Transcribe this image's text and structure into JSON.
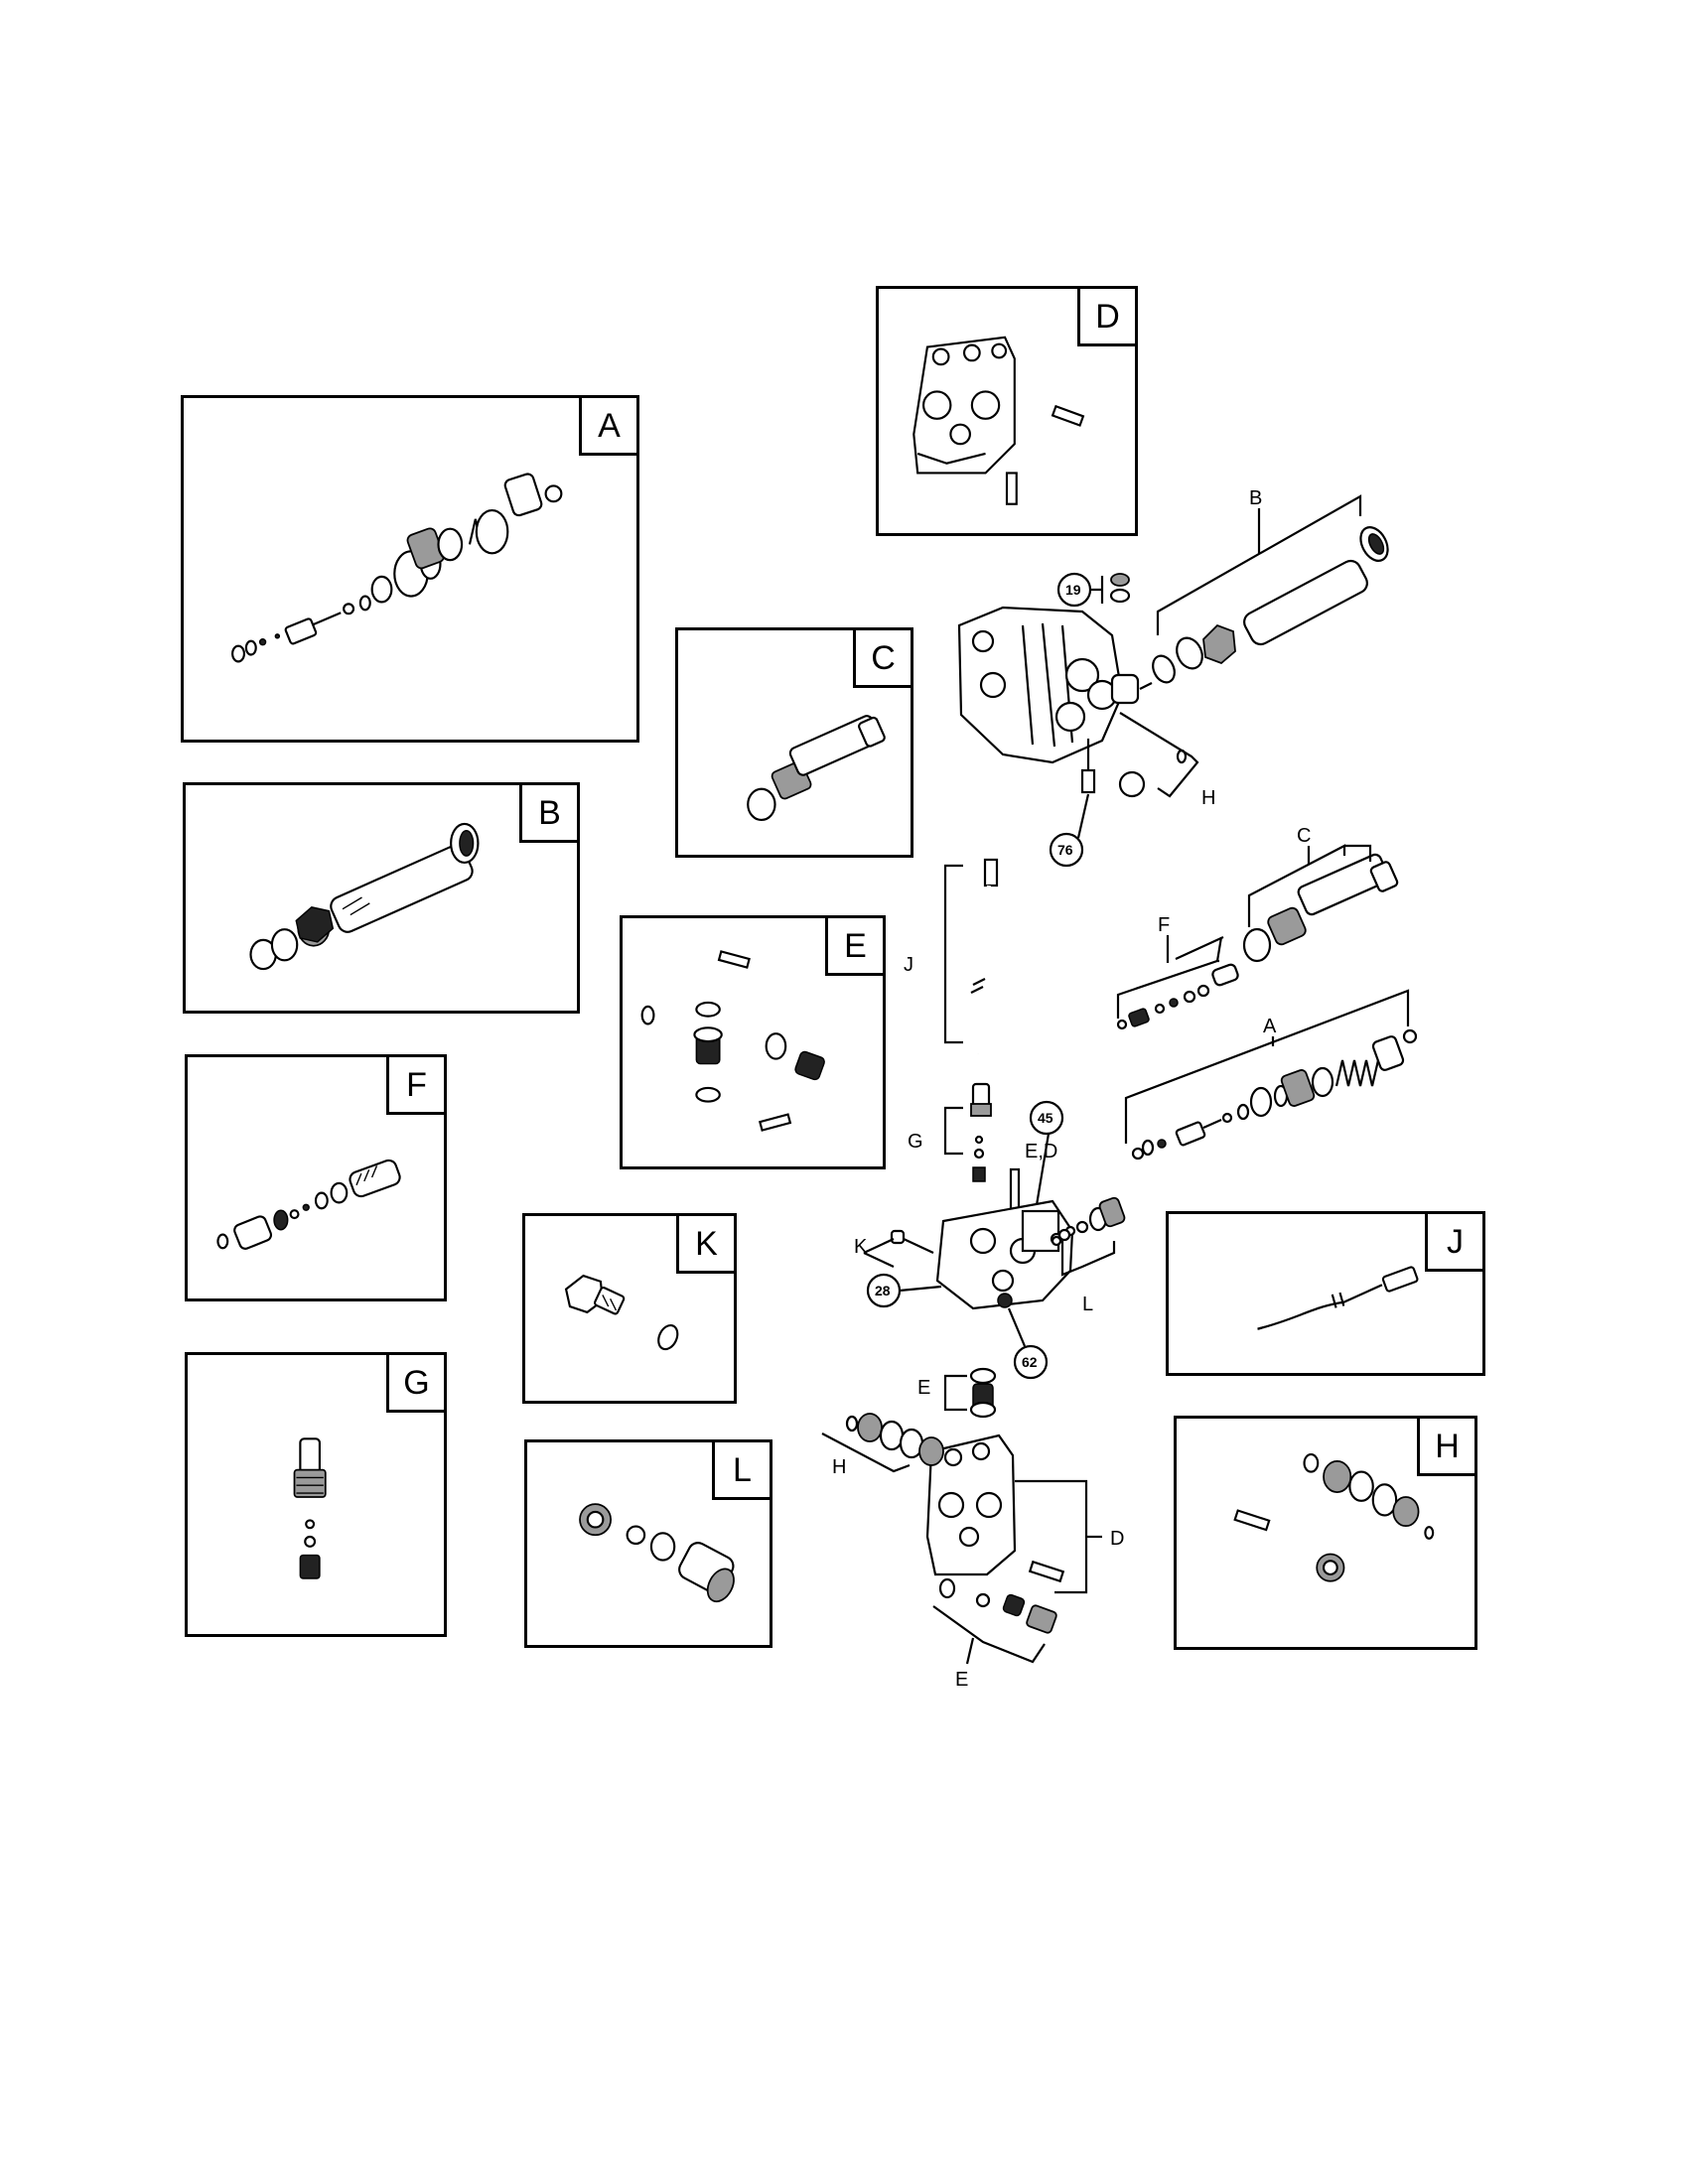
{
  "kits": {
    "A": {
      "label": "A"
    },
    "B": {
      "label": "B"
    },
    "C": {
      "label": "C"
    },
    "D": {
      "label": "D"
    },
    "E": {
      "label": "E"
    },
    "F": {
      "label": "F"
    },
    "G": {
      "label": "G"
    },
    "H": {
      "label": "H"
    },
    "J": {
      "label": "J"
    },
    "K": {
      "label": "K"
    },
    "L": {
      "label": "L"
    }
  },
  "callouts": {
    "b": "B",
    "h": "H",
    "c": "C",
    "f": "F",
    "j": "J",
    "a": "A",
    "g": "G",
    "ed": "E,D",
    "k": "K",
    "l": "L",
    "e_top": "E",
    "h_lower": "H",
    "d": "D",
    "e_bottom": "E"
  },
  "part_numbers": {
    "p19": "19",
    "p76": "76",
    "p45": "45",
    "p28": "28",
    "p62": "62"
  }
}
